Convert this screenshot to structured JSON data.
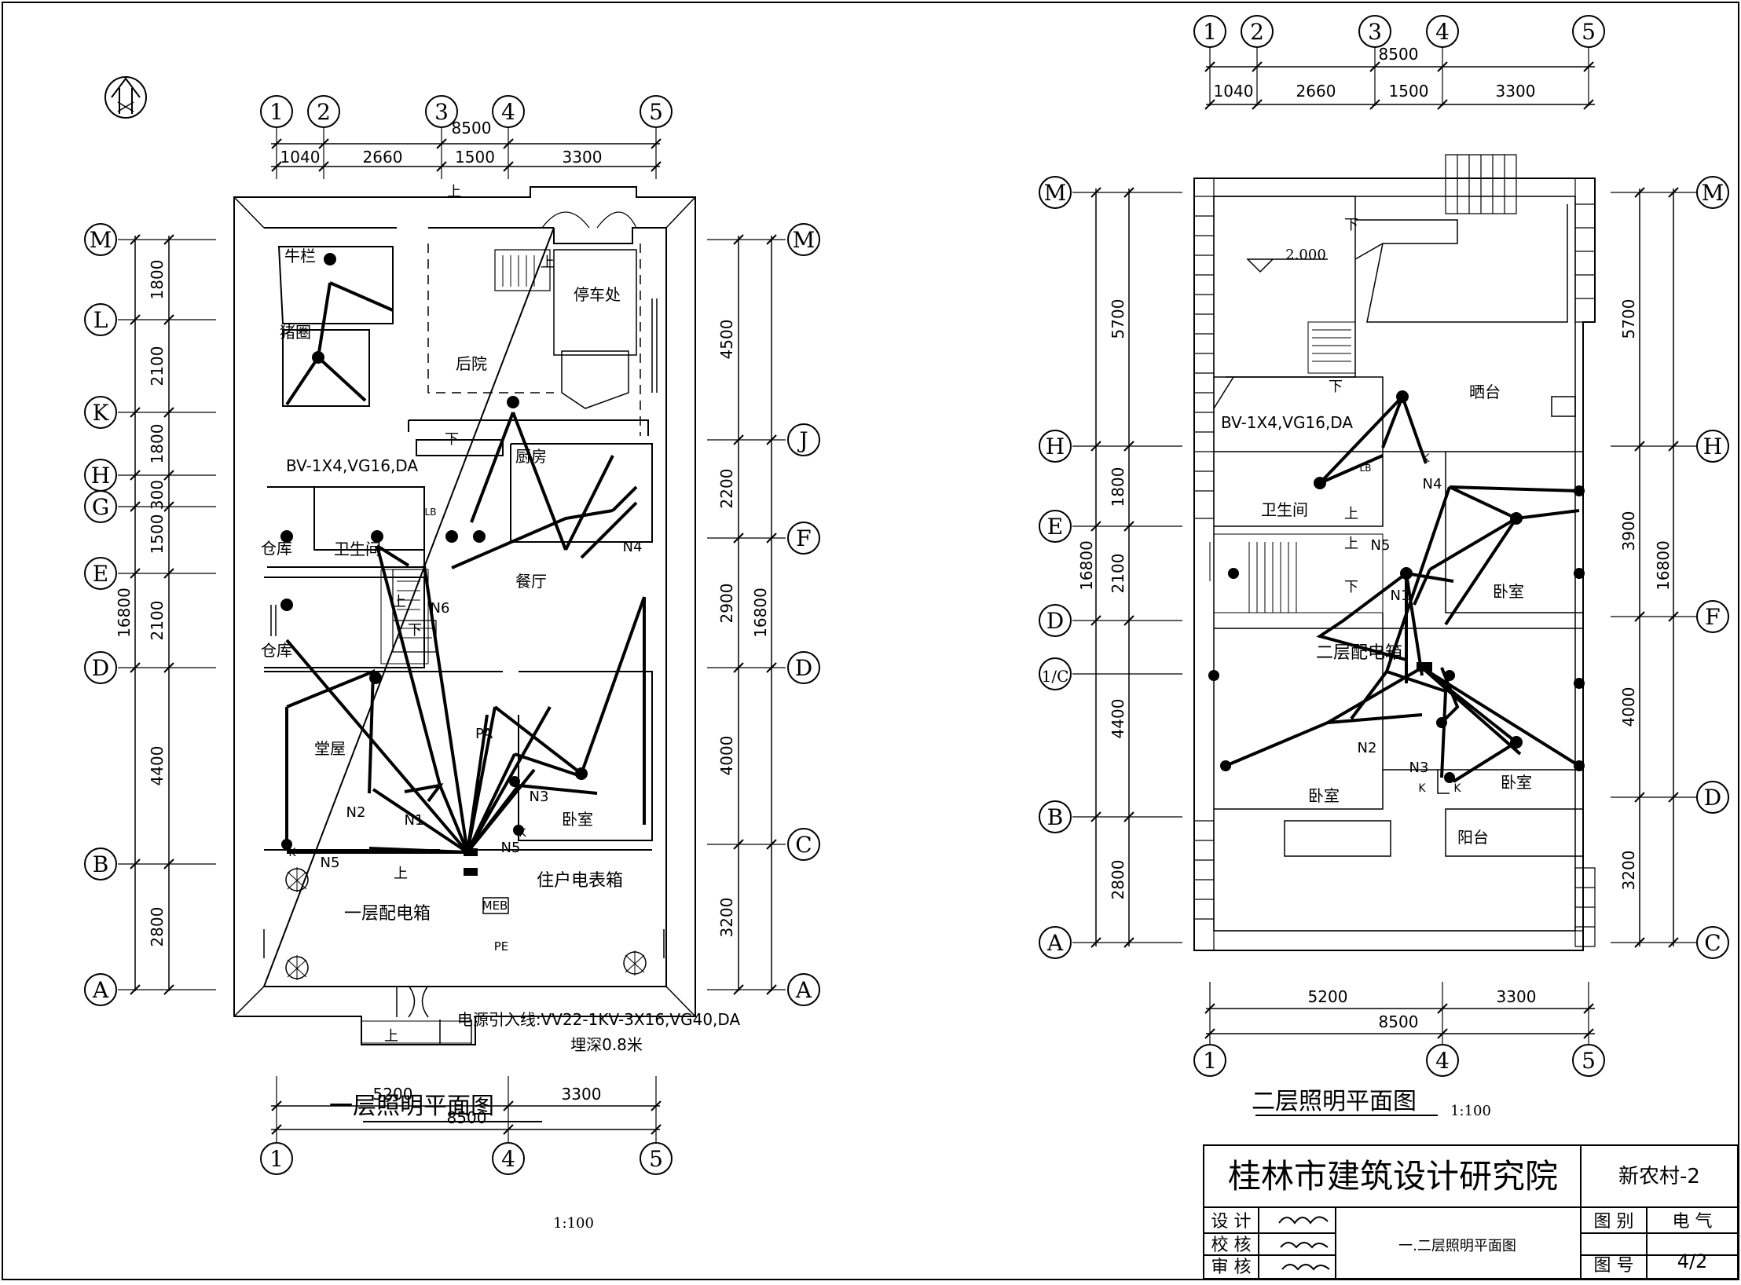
{
  "floor1": {
    "title": "一层照明平面图",
    "scale": "1:100",
    "axes_top": [
      "1",
      "2",
      "3",
      "4",
      "5"
    ],
    "axes_bottom": [
      "1",
      "4",
      "5"
    ],
    "axes_left": [
      "M",
      "L",
      "K",
      "H",
      "G",
      "E",
      "D",
      "B",
      "A"
    ],
    "axes_right": [
      "M",
      "J",
      "F",
      "D",
      "C",
      "A"
    ],
    "dims_top": [
      "1040",
      "2660",
      "1500",
      "3300"
    ],
    "dims_top_total": "8500",
    "dims_bottom": [
      "5200",
      "3300"
    ],
    "dims_bottom_total": "8500",
    "dims_left": [
      "1800",
      "2100",
      "1800",
      "300",
      "1500",
      "2100",
      "4400",
      "2800"
    ],
    "dims_left_total": "16800",
    "dims_right": [
      "4500",
      "2200",
      "2900",
      "4000",
      "3200"
    ],
    "dims_right_total": "16800",
    "rooms": [
      "牛栏",
      "猪圈",
      "后院",
      "停车处",
      "厨房",
      "卫生间",
      "仓库",
      "仓库",
      "餐厅",
      "堂屋",
      "卧室"
    ],
    "circuit_labels": [
      "N1",
      "N2",
      "N3",
      "N4",
      "N5",
      "N5",
      "N6",
      "PA"
    ],
    "wire_spec": "BV-1X4,VG16,DA",
    "panel_label": "一层配电箱",
    "meter_label": "住户电表箱",
    "meb": "MEB",
    "pe": "PE",
    "feeder": "电源引入线:VV22-1KV-3X16,VG40,DA",
    "burial": "埋深0.8米",
    "stair_up": "上",
    "stair_down": "下",
    "switch_k": "K",
    "box_lb": "LB"
  },
  "floor2": {
    "title": "二层照明平面图",
    "scale": "1:100",
    "axes_top": [
      "1",
      "2",
      "3",
      "4",
      "5"
    ],
    "axes_bottom": [
      "1",
      "4",
      "5"
    ],
    "axes_left": [
      "M",
      "H",
      "E",
      "D",
      "1/C",
      "B",
      "A"
    ],
    "axes_right": [
      "M",
      "H",
      "F",
      "D",
      "C",
      "A"
    ],
    "dims_top": [
      "1040",
      "2660",
      "1500",
      "3300"
    ],
    "dims_top_total": "8500",
    "dims_bottom": [
      "5200",
      "3300"
    ],
    "dims_bottom_total": "8500",
    "dims_left": [
      "5700",
      "1800",
      "2100",
      "4400",
      "2800"
    ],
    "dims_left_total": "16800",
    "dims_right": [
      "5700",
      "3900",
      "4000",
      "3200"
    ],
    "dims_right_total": "16800",
    "level": "2.000",
    "rooms": [
      "晒台",
      "卫生间",
      "卧室",
      "卧室",
      "卧室",
      "阳台"
    ],
    "circuit_labels": [
      "N1",
      "N2",
      "N3",
      "N4",
      "N5"
    ],
    "wire_spec": "BV-1X4,VG16,DA",
    "panel_label": "二层配电箱",
    "stair_up": "上",
    "stair_down": "下",
    "switch_k": "K",
    "box_lb": "LB"
  },
  "title_block": {
    "institute": "桂林市建筑设计研究院",
    "project": "新农村-2",
    "design_label": "设 计",
    "check_label": "校 核",
    "review_label": "审 核",
    "drawing_name": "一.二层照明平面图",
    "category_label": "图 别",
    "category": "电 气",
    "number_label": "图 号",
    "number": "4/2"
  }
}
